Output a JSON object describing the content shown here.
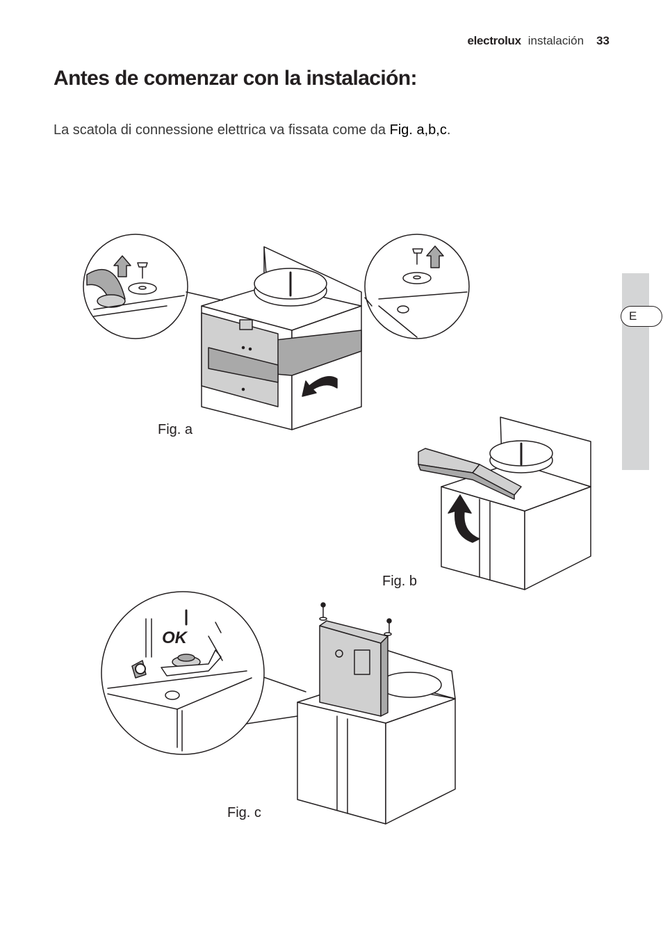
{
  "header": {
    "brand": "electrolux",
    "section": "instalación",
    "page_number": "33"
  },
  "title": "Antes de comenzar con la instalación:",
  "intro": {
    "text": "La scatola di connessione elettrica va fissata come da ",
    "ref": "Fig. a,b,c",
    "end": "."
  },
  "side_tab": {
    "language": "E"
  },
  "figures": {
    "a": {
      "label": "Fig. a"
    },
    "b": {
      "label": "Fig. b"
    },
    "c": {
      "label": "Fig. c",
      "callout": "OK"
    }
  },
  "colors": {
    "text": "#231f20",
    "tab": "#d4d5d6",
    "panel_fill": "#d0d0d0",
    "band_fill": "#a9a9a9"
  }
}
